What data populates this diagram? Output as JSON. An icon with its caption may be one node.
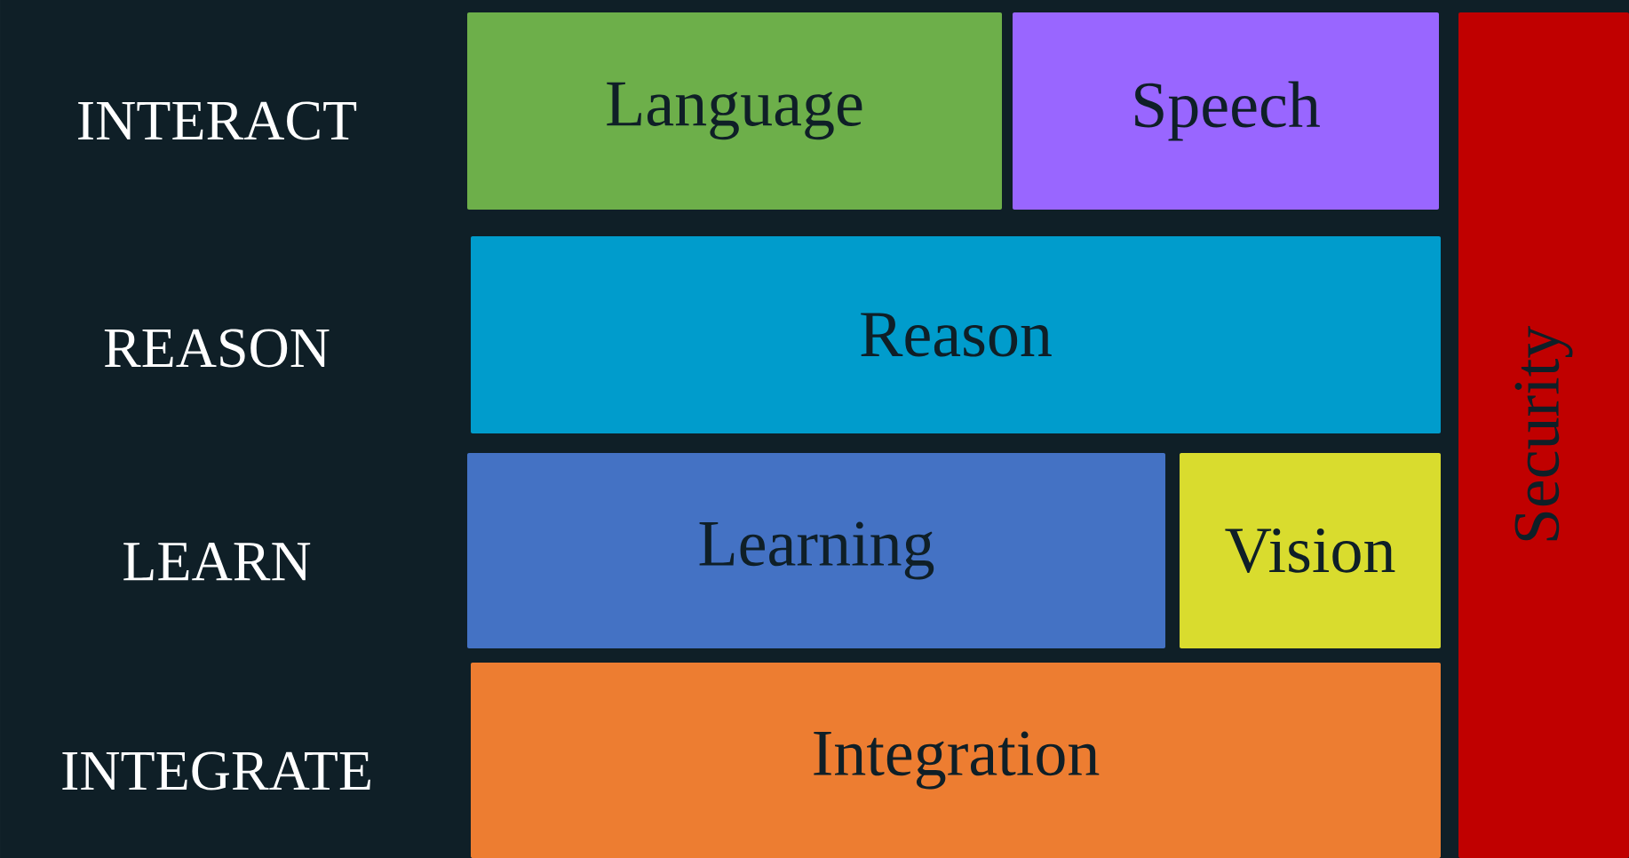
{
  "diagram": {
    "nodes": [
      {
        "text": [
          "Language"
        ]
      },
      {
        "text": [
          "Speech"
        ]
      },
      {
        "text": [
          "Reason"
        ]
      },
      {
        "text": [
          "Learning"
        ]
      },
      {
        "text": [
          "Vision"
        ]
      },
      {
        "text": [
          "Integration"
        ]
      },
      {
        "text": [
          "Security"
        ]
      }
    ],
    "labels": [
      "INTERACT",
      "REASON",
      "LEARN",
      "INTEGRATE"
    ]
  }
}
